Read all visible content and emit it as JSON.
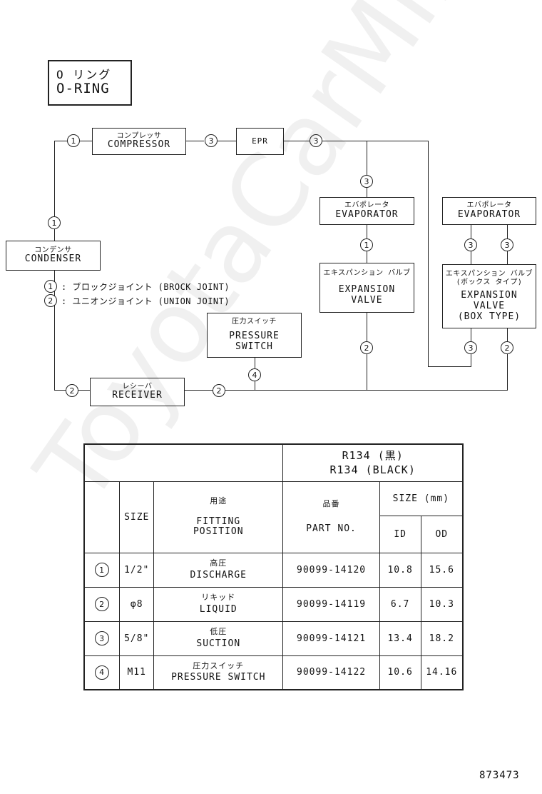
{
  "title": {
    "jp": "O リング",
    "en": "O-RING"
  },
  "components": {
    "compressor": {
      "jp": "コンプレッサ",
      "en": "COMPRESSOR"
    },
    "epr": {
      "en": "EPR"
    },
    "condenser": {
      "jp": "コンデンサ",
      "en": "CONDENSER"
    },
    "evaporator1": {
      "jp": "エバポレータ",
      "en": "EVAPORATOR"
    },
    "expansion_valve1": {
      "jp": "エキスパンション バルブ",
      "en1": "EXPANSION",
      "en2": "VALVE"
    },
    "evaporator2": {
      "jp": "エバポレータ",
      "en": "EVAPORATOR"
    },
    "expansion_valve2": {
      "jp1": "エキスパンション バルブ",
      "jp2": "(ボックス タイプ)",
      "en1": "EXPANSION",
      "en2": "VALVE",
      "en3": "(BOX TYPE)"
    },
    "pressure_switch": {
      "jp": "圧力スイッチ",
      "en1": "PRESSURE",
      "en2": "SWITCH"
    },
    "receiver": {
      "jp": "レシーバ",
      "en": "RECEIVER"
    }
  },
  "legend": [
    {
      "num": "1",
      "text": ": ブロックジョイント (BROCK JOINT)"
    },
    {
      "num": "2",
      "text": ": ユニオンジョイント (UNION JOINT)"
    }
  ],
  "markers": {
    "m1": "1",
    "m2": "2",
    "m3": "3",
    "m4": "4"
  },
  "table": {
    "refrigerant_jp": "R134 (黒)",
    "refrigerant_en": "R134 (BLACK)",
    "size_header": "SIZE",
    "fitting_jp": "用途",
    "fitting_en1": "FITTING",
    "fitting_en2": "POSITION",
    "part_jp": "品番",
    "part_en": "PART NO.",
    "sizemm_header": "SIZE (mm)",
    "id_header": "ID",
    "od_header": "OD",
    "rows": [
      {
        "num": "1",
        "size": "1/2\"",
        "jp": "高圧",
        "en": "DISCHARGE",
        "part": "90099-14120",
        "id": "10.8",
        "od": "15.6"
      },
      {
        "num": "2",
        "size": "φ8",
        "jp": "リキッド",
        "en": "LIQUID",
        "part": "90099-14119",
        "id": "6.7",
        "od": "10.3"
      },
      {
        "num": "3",
        "size": "5/8\"",
        "jp": "低圧",
        "en": "SUCTION",
        "part": "90099-14121",
        "id": "13.4",
        "od": "18.2"
      },
      {
        "num": "4",
        "size": "M11",
        "jp": "圧力スイッチ",
        "en": "PRESSURE SWITCH",
        "part": "90099-14122",
        "id": "10.6",
        "od": "14.16"
      }
    ]
  },
  "figure_number": "873473"
}
